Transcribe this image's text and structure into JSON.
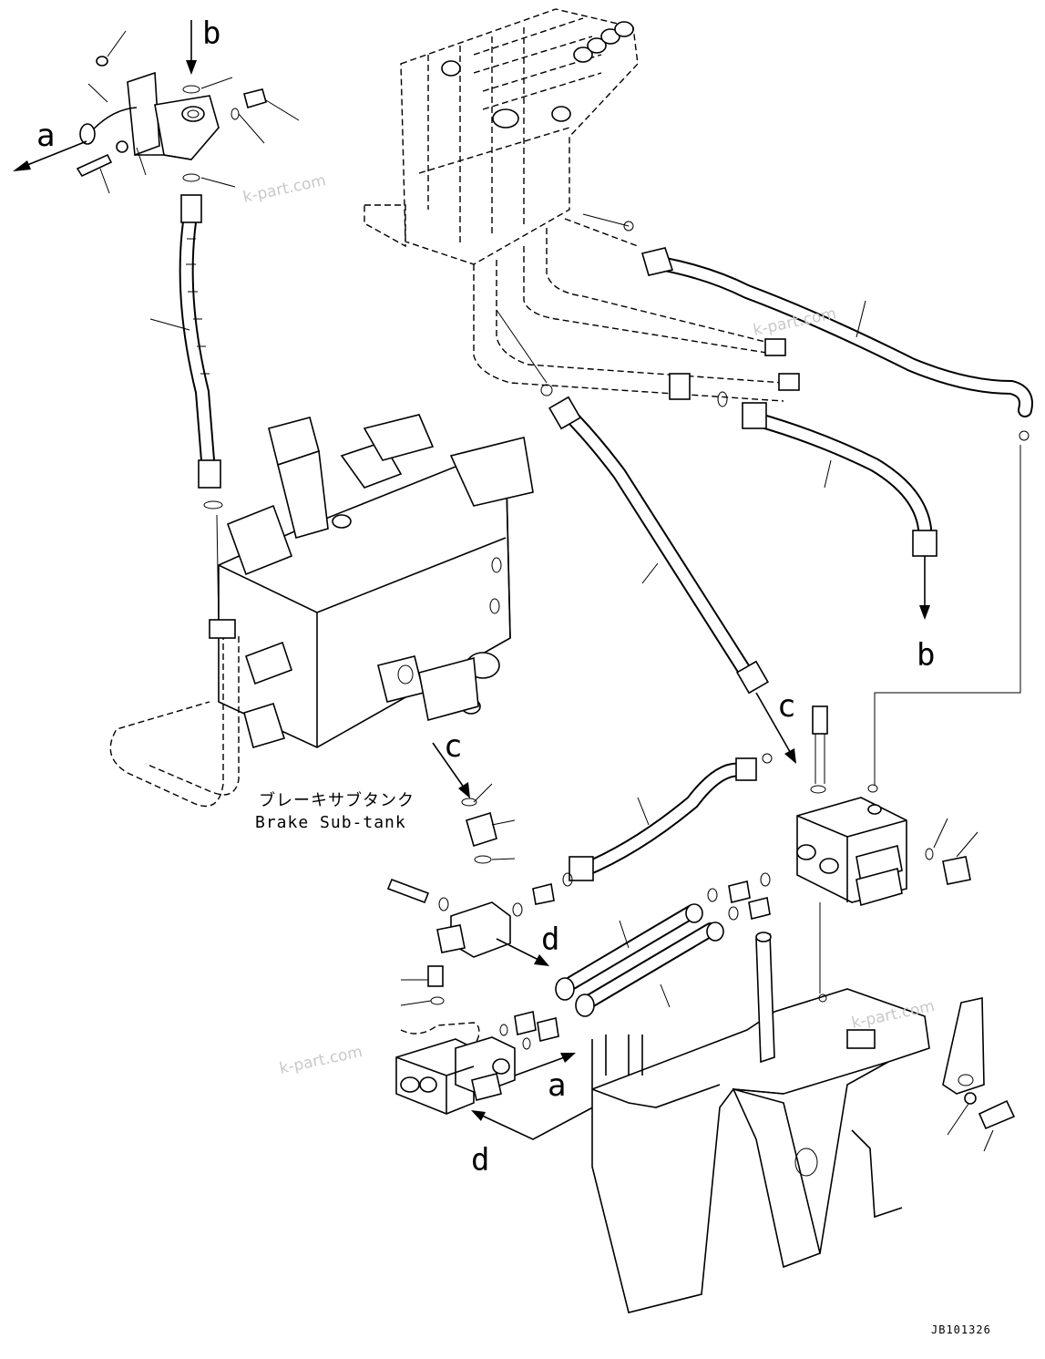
{
  "labels": {
    "a_top": "a",
    "b_top": "b",
    "b_right": "b",
    "c_right": "c",
    "c_mid": "c",
    "d_mid": "d",
    "a_bottom": "a",
    "d_bottom": "d"
  },
  "tank_label_jp": "ブレーキサブタンク",
  "tank_label_en": "Brake Sub-tank",
  "watermarks": [
    "k-part.com",
    "k-part.com",
    "k-part.com",
    "k-part.com"
  ],
  "drawing_code": "JB101326"
}
